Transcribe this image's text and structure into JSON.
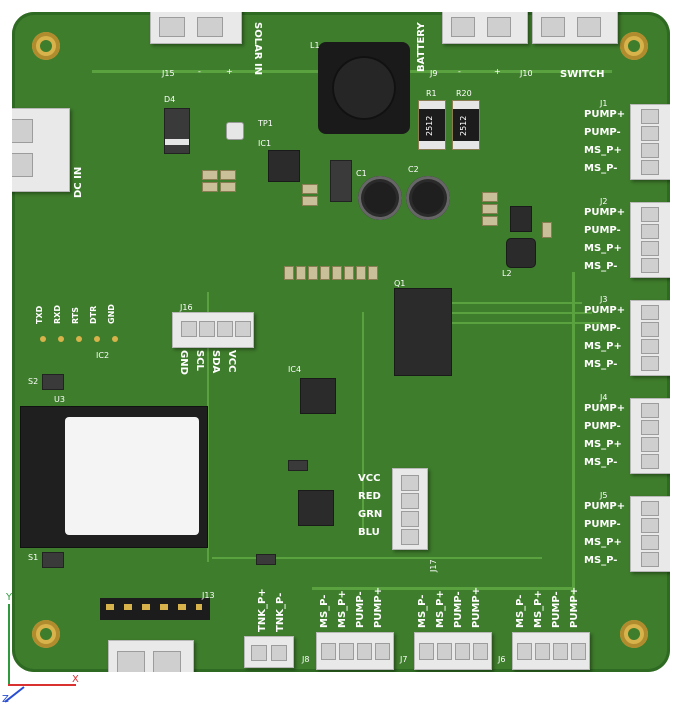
{
  "power_connectors": {
    "solar": {
      "ref": "J15",
      "label": "SOLAR IN",
      "minus": "-",
      "plus": "+"
    },
    "battery": {
      "ref": "J9",
      "label": "BATTERY",
      "minus": "-",
      "plus": "+"
    },
    "switch": {
      "ref": "J10",
      "label": "SWITCH"
    },
    "dc_in": {
      "label": "DC IN"
    }
  },
  "header_pins": [
    "TXD",
    "RXD",
    "RTS",
    "DTR",
    "GND"
  ],
  "i2c_connector": {
    "ref": "J16",
    "pins": [
      "GND",
      "SCL",
      "SDA",
      "VCC"
    ]
  },
  "rgb_connector": {
    "ref": "J17",
    "pins": [
      "VCC",
      "RED",
      "GRN",
      "BLU"
    ]
  },
  "pump_connectors": [
    {
      "ref": "J1",
      "pins": [
        "PUMP+",
        "PUMP-",
        "MS_P+",
        "MS_P-"
      ]
    },
    {
      "ref": "J2",
      "pins": [
        "PUMP+",
        "PUMP-",
        "MS_P+",
        "MS_P-"
      ]
    },
    {
      "ref": "J3",
      "pins": [
        "PUMP+",
        "PUMP-",
        "MS_P+",
        "MS_P-"
      ]
    },
    {
      "ref": "J4",
      "pins": [
        "PUMP+",
        "PUMP-",
        "MS_P+",
        "MS_P-"
      ]
    },
    {
      "ref": "J5",
      "pins": [
        "PUMP+",
        "PUMP-",
        "MS_P+",
        "MS_P-"
      ]
    }
  ],
  "bottom_connectors": [
    {
      "ref": "J6",
      "pins": [
        "MS_P-",
        "MS_P+",
        "PUMP-",
        "PUMP+"
      ]
    },
    {
      "ref": "J7",
      "pins": [
        "MS_P-",
        "MS_P+",
        "PUMP-",
        "PUMP+"
      ]
    },
    {
      "ref": "J8",
      "pins": [
        "MS_P-",
        "MS_P+",
        "PUMP-",
        "PUMP+"
      ]
    }
  ],
  "tank_connector": {
    "pins": [
      "TNK_P+",
      "TNK_P-"
    ]
  },
  "components": {
    "inductor": "L1",
    "resistor_r1": "R1",
    "resistor_r20": "R20",
    "r1_value": "2512",
    "r20_value": "2512",
    "ic1": "IC1",
    "ic2": "IC2",
    "ic4": "IC4",
    "q1": "Q1",
    "u3": "U3",
    "d4": "D4",
    "l2": "L2",
    "j13": "J13",
    "tp1": "TP1",
    "c1": "C1",
    "c2": "C2",
    "s1": "S1",
    "s2": "S2"
  },
  "axes": {
    "x": "X",
    "y": "Y",
    "z": "Z"
  },
  "colors": {
    "board": "#3e7d2c",
    "silkscreen": "#ffffff",
    "pads": "#d8b24a"
  }
}
